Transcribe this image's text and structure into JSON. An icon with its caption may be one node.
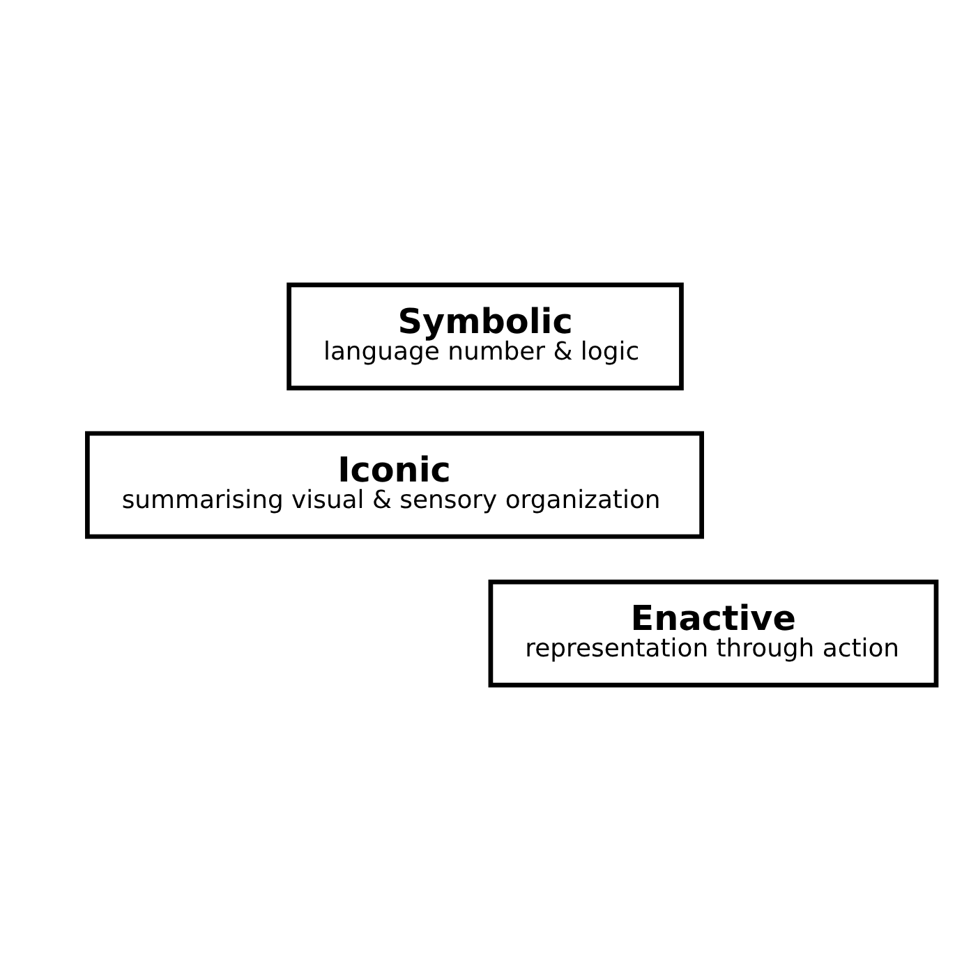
{
  "diagram": {
    "nodes": [
      {
        "text": [
          "Symbolic",
          "language number & logic"
        ]
      },
      {
        "text": [
          "Iconic",
          "summarising visual & sensory organization"
        ]
      },
      {
        "text": [
          "Enactive",
          "representation through action"
        ]
      }
    ]
  }
}
